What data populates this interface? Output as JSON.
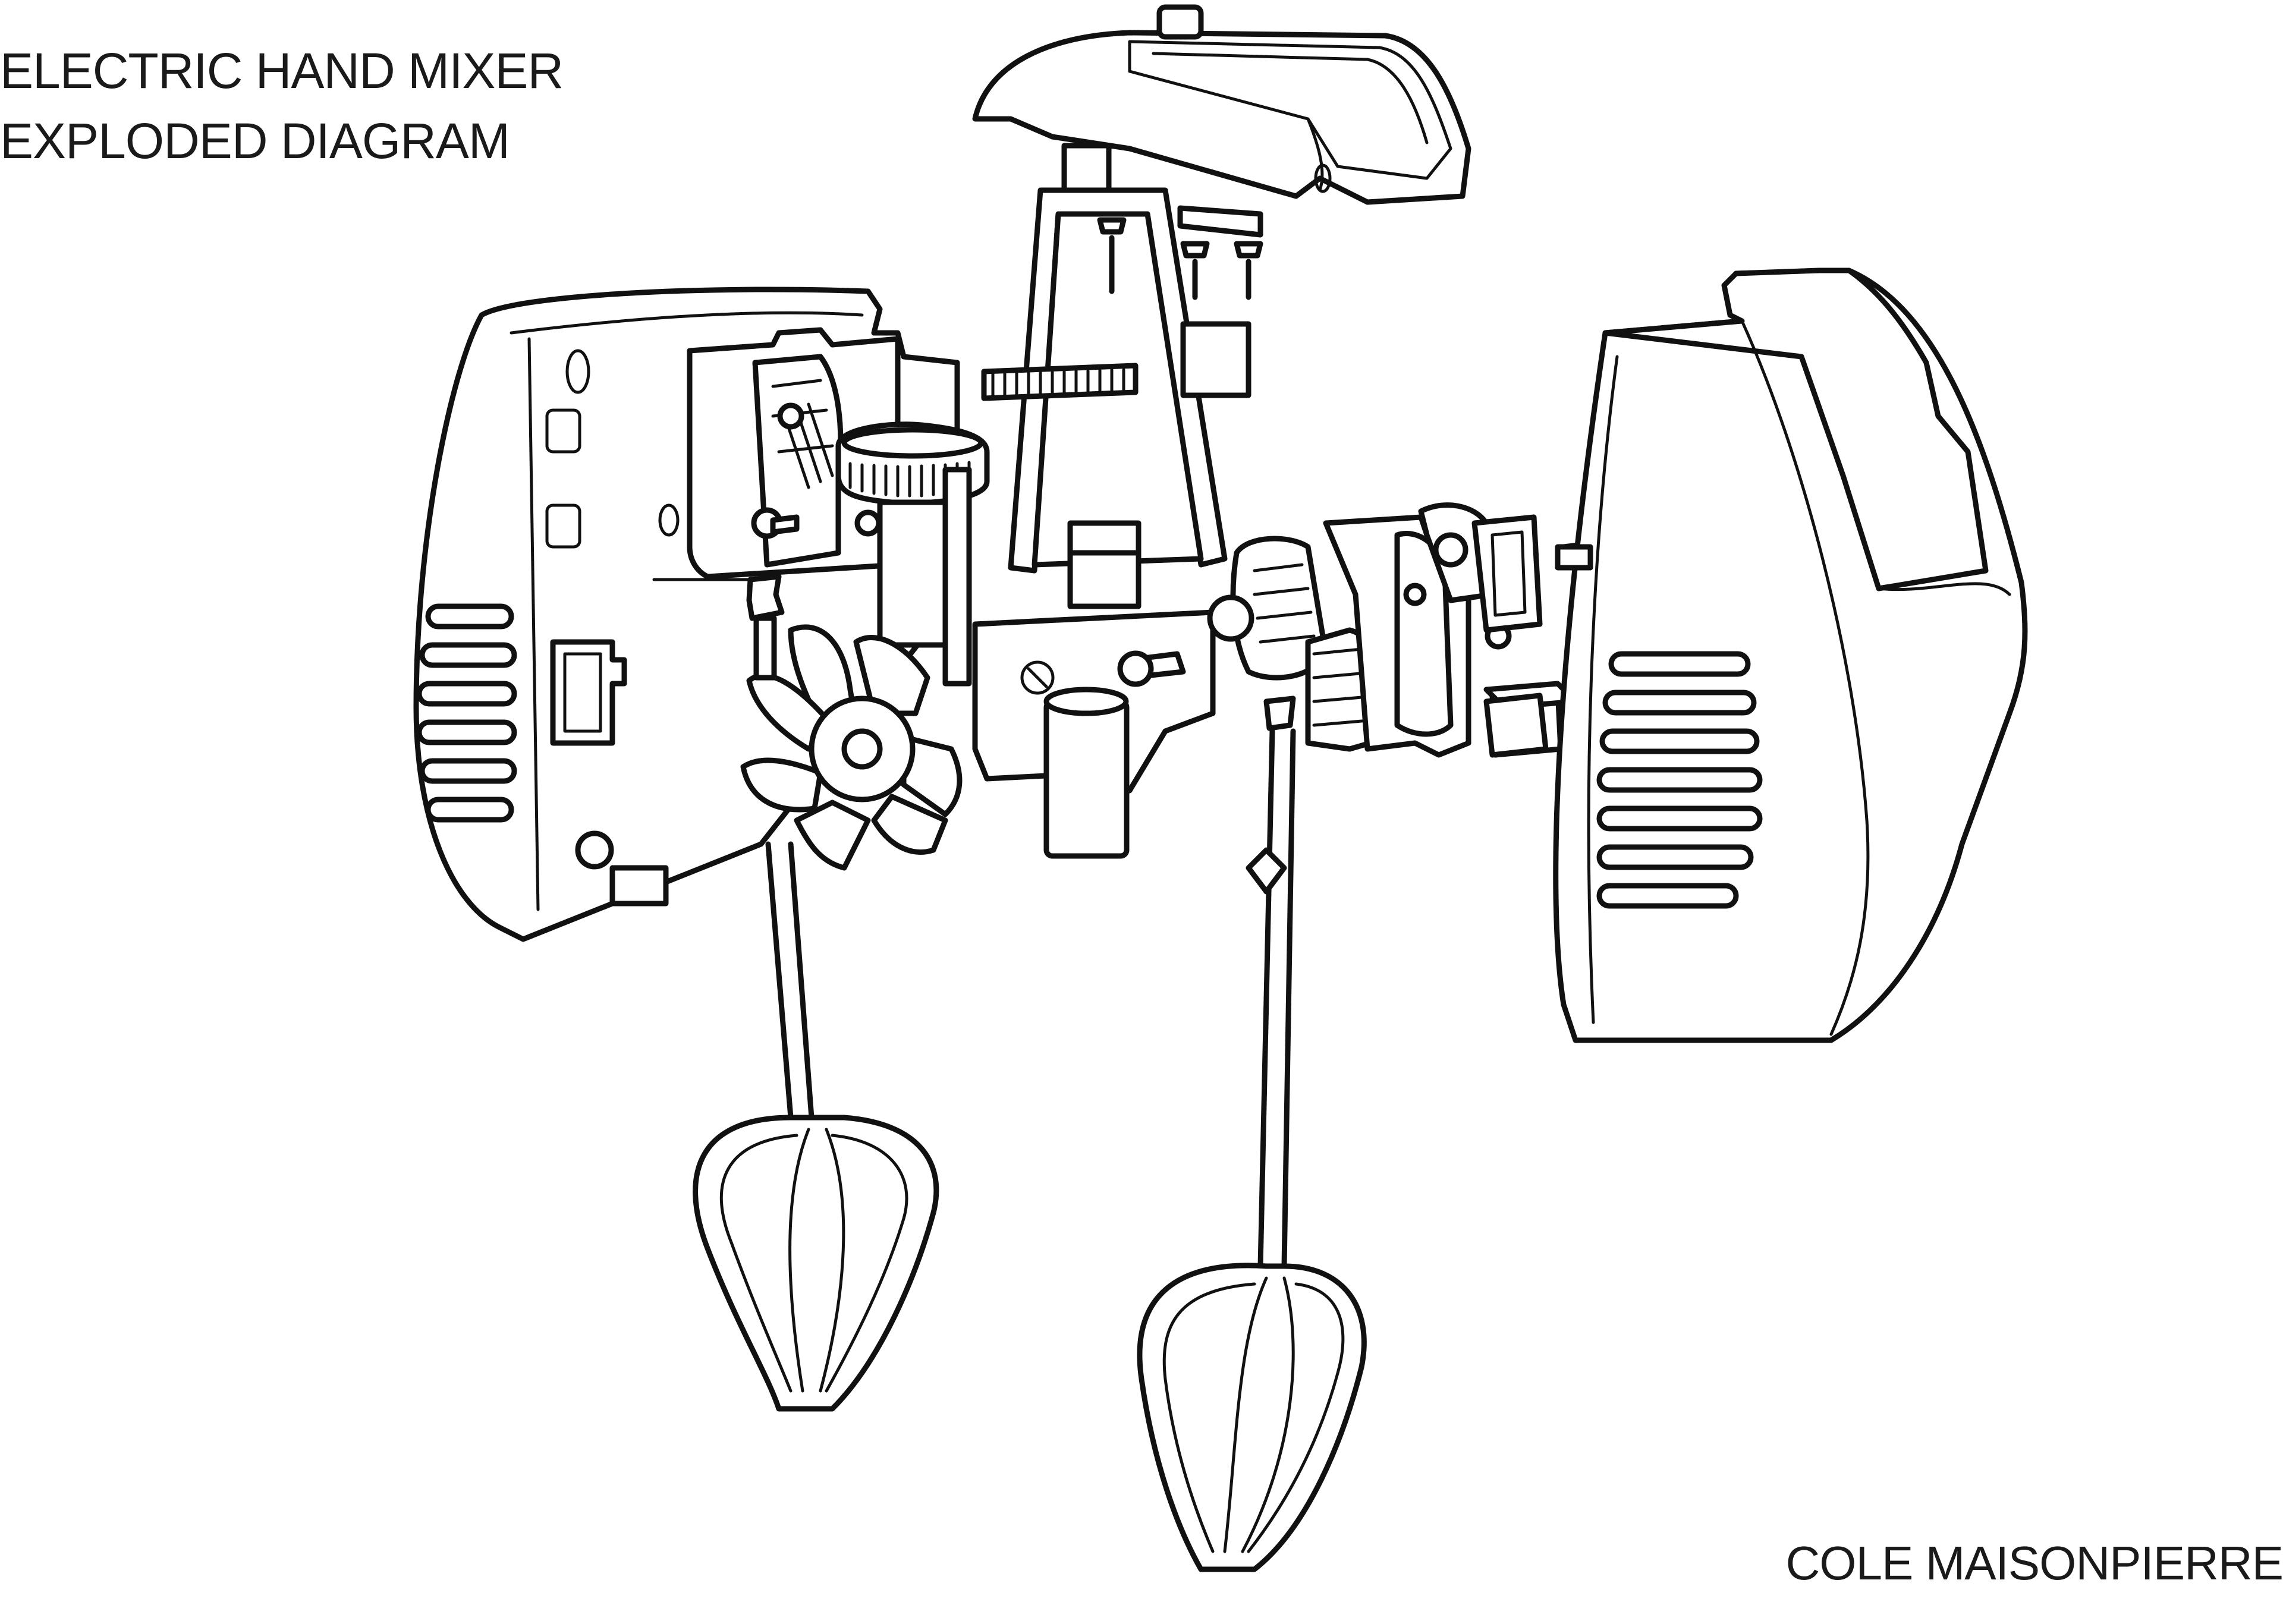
{
  "title": {
    "line1": "ELECTRIC HAND MIXER",
    "line2": "EXPLODED DIAGRAM"
  },
  "credit": "COLE MAISONPIERRE",
  "colors": {
    "ink": "#111111",
    "paper": "#ffffff"
  }
}
